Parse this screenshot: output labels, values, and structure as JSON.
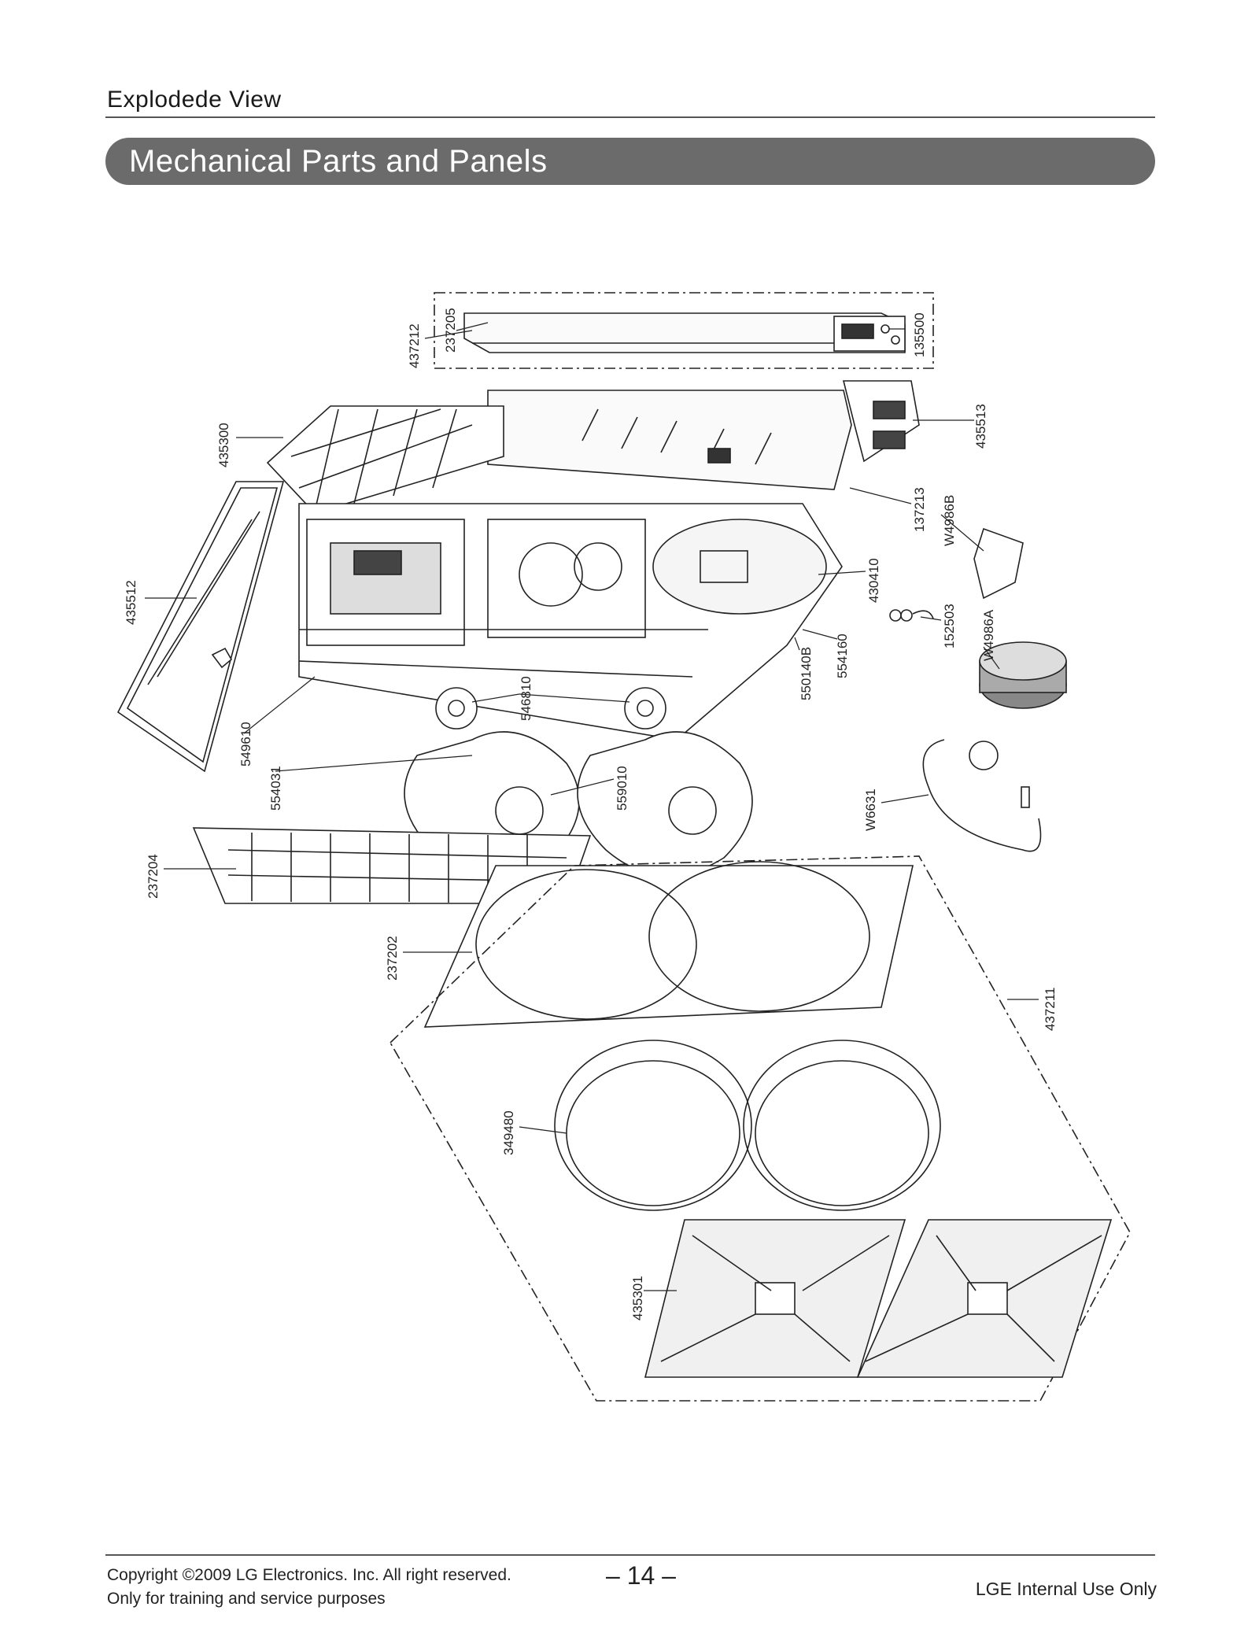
{
  "header": {
    "section": "Explodede View",
    "title": "Mechanical Parts and Panels"
  },
  "parts": [
    {
      "id": "437212"
    },
    {
      "id": "237205"
    },
    {
      "id": "135500"
    },
    {
      "id": "435513"
    },
    {
      "id": "435300"
    },
    {
      "id": "137213"
    },
    {
      "id": "W4986B"
    },
    {
      "id": "435512"
    },
    {
      "id": "430410"
    },
    {
      "id": "152503"
    },
    {
      "id": "W4986A"
    },
    {
      "id": "554160"
    },
    {
      "id": "550140B"
    },
    {
      "id": "546810"
    },
    {
      "id": "549610"
    },
    {
      "id": "554031"
    },
    {
      "id": "559010"
    },
    {
      "id": "W6631"
    },
    {
      "id": "237204"
    },
    {
      "id": "237202"
    },
    {
      "id": "437211"
    },
    {
      "id": "349480"
    },
    {
      "id": "435301"
    }
  ],
  "footer": {
    "copyright": "Copyright ©2009 LG Electronics. Inc. All right reserved.",
    "training": "Only for training and service purposes",
    "page": "– 14 –",
    "internal": "LGE Internal Use Only"
  }
}
